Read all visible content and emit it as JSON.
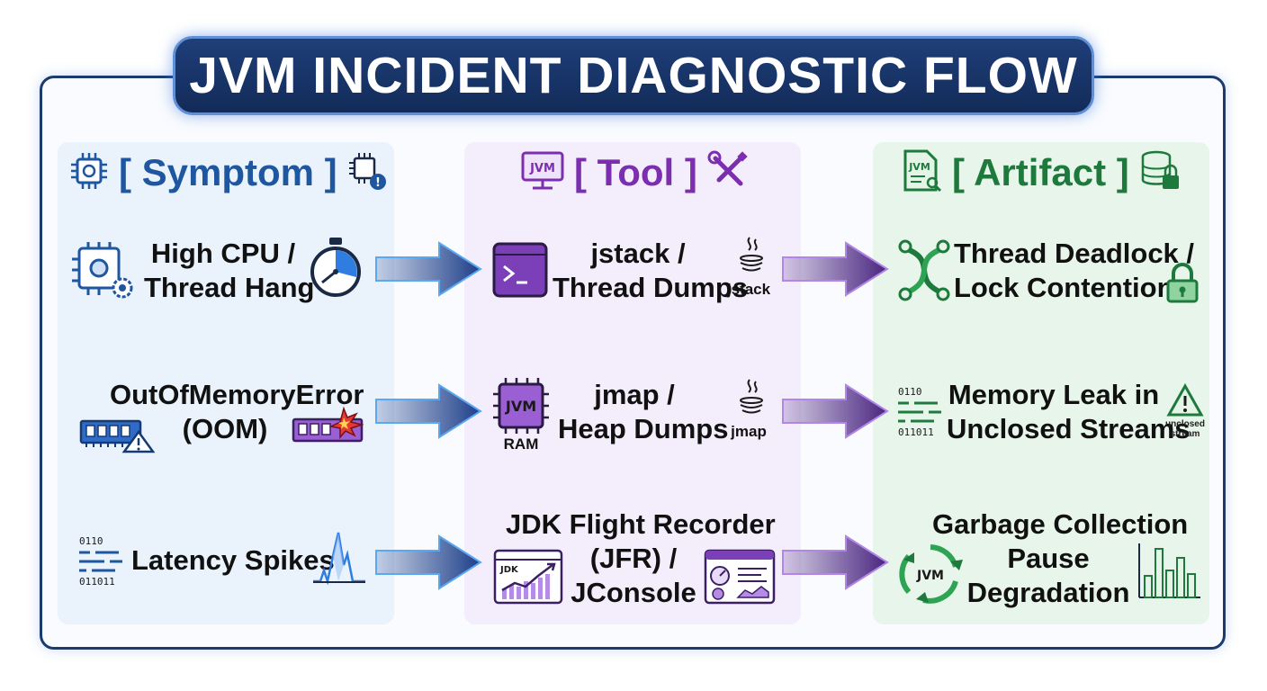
{
  "title": "JVM INCIDENT DIAGNOSTIC FLOW",
  "columns": {
    "symptom": {
      "header": "[ Symptom ]"
    },
    "tool": {
      "header": "[ Tool ]"
    },
    "artifact": {
      "header": "[ Artifact ]"
    }
  },
  "rows": [
    {
      "symptom": [
        "High CPU /",
        "Thread Hang"
      ],
      "tool": [
        "jstack /",
        "Thread Dumps"
      ],
      "tool_icon_label": "jstack",
      "artifact": [
        "Thread Deadlock /",
        "Lock Contention"
      ]
    },
    {
      "symptom": [
        "OutOfMemoryError",
        "(OOM)"
      ],
      "tool": [
        "jmap /",
        "Heap Dumps"
      ],
      "tool_icon_label": "jmap",
      "tool_badge": "JVM",
      "tool_badge_sub": "RAM",
      "artifact": [
        "Memory Leak in",
        "Unclosed Streams"
      ],
      "artifact_icon_label": [
        "unclosed",
        "stream"
      ]
    },
    {
      "symptom": [
        "Latency Spikes"
      ],
      "tool": [
        "JDK Flight Recorder",
        "(JFR) /",
        "JConsole"
      ],
      "tool_chart_label": "JDK",
      "artifact": [
        "Garbage Collection",
        "Pause",
        "Degradation"
      ],
      "artifact_cycle_label": "JVM"
    }
  ],
  "badges": {
    "tool_header": "JVM",
    "artifact_header": "JVM"
  },
  "binary_text": {
    "line1": "0110",
    "line2": "011011"
  },
  "colors": {
    "symptom": "#1f56a0",
    "tool": "#7b2fae",
    "artifact": "#1d7a3c",
    "title_bg": "#16336a",
    "arrow_blue": "#1e3f8a",
    "arrow_purple": "#4a2580"
  },
  "icons": {
    "symptom_header": [
      "cpu-chip-icon",
      "alert-chip-icon"
    ],
    "tool_header": [
      "jvm-monitor-icon",
      "wrench-screwdriver-icon"
    ],
    "artifact_header": [
      "jvm-document-icon",
      "database-lock-icon"
    ],
    "row1": [
      "cpu-gears-icon",
      "stopwatch-icon",
      "terminal-icon",
      "java-cup-icon",
      "deadlock-threads-icon",
      "padlock-icon"
    ],
    "row2": [
      "ram-warning-icon",
      "ram-explosion-icon",
      "jvm-ram-chip-icon",
      "java-cup-icon",
      "binary-stream-icon",
      "warning-triangle-icon"
    ],
    "row3": [
      "binary-stream-icon",
      "latency-spike-icon",
      "jdk-chart-icon",
      "jconsole-dashboard-icon",
      "gc-cycle-icon",
      "bar-chart-icon"
    ]
  }
}
